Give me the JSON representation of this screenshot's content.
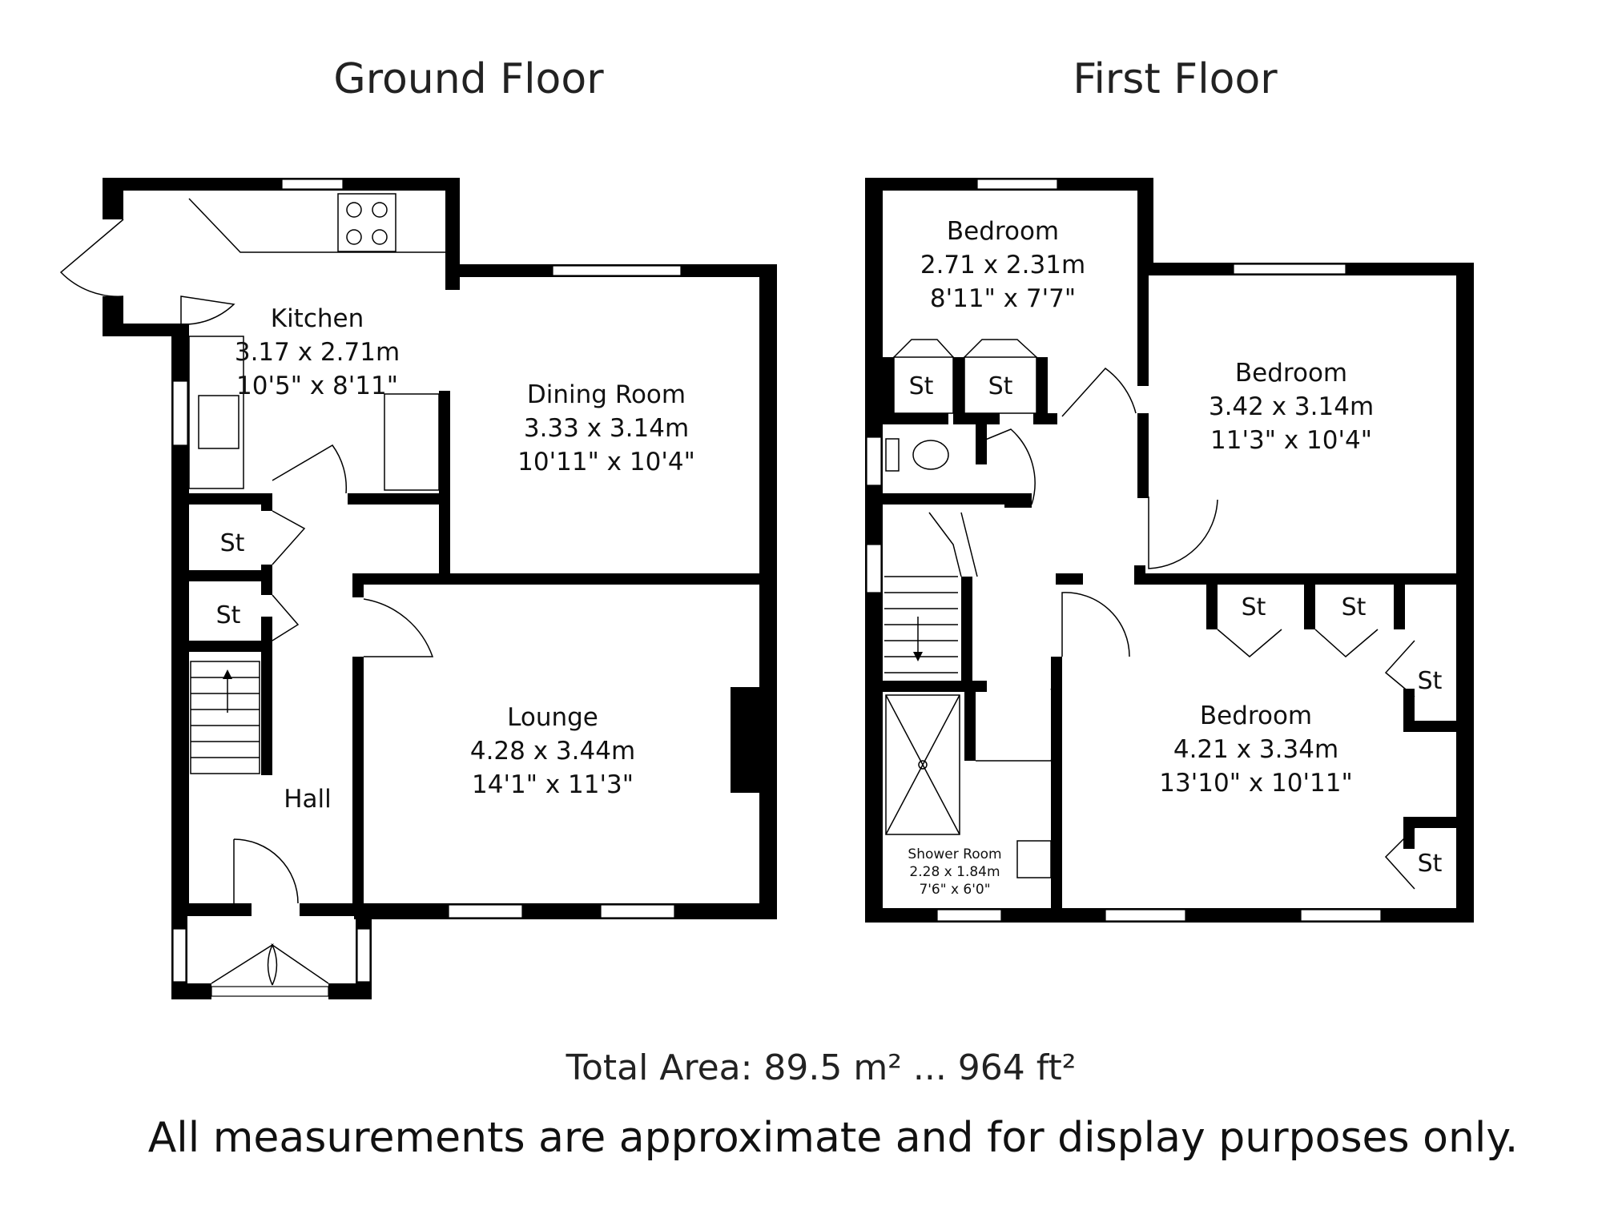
{
  "floors": [
    {
      "title": "Ground Floor",
      "rooms": [
        {
          "name": "Kitchen",
          "metric": "3.17 x 2.71m",
          "imperial": "10'5\" x 8'11\""
        },
        {
          "name": "Dining Room",
          "metric": "3.33 x 3.14m",
          "imperial": "10'11\" x 10'4\""
        },
        {
          "name": "Lounge",
          "metric": "4.28 x 3.44m",
          "imperial": "14'1\" x 11'3\""
        },
        {
          "name": "Hall"
        }
      ],
      "storage": [
        "St",
        "St"
      ]
    },
    {
      "title": "First Floor",
      "rooms": [
        {
          "name": "Bedroom",
          "metric": "2.71 x 2.31m",
          "imperial": "8'11\" x 7'7\""
        },
        {
          "name": "Bedroom",
          "metric": "3.42 x 3.14m",
          "imperial": "11'3\" x 10'4\""
        },
        {
          "name": "Bedroom",
          "metric": "4.21 x 3.34m",
          "imperial": "13'10\" x 10'11\""
        },
        {
          "name": "Shower Room",
          "metric": "2.28 x 1.84m",
          "imperial": "7'6\" x 6'0\""
        }
      ],
      "storage": [
        "St",
        "St",
        "St",
        "St",
        "St",
        "St"
      ]
    }
  ],
  "footer": {
    "total_area": "Total Area: 89.5 m² ... 964 ft²",
    "disclaimer": "All measurements are approximate and for display purposes only."
  }
}
